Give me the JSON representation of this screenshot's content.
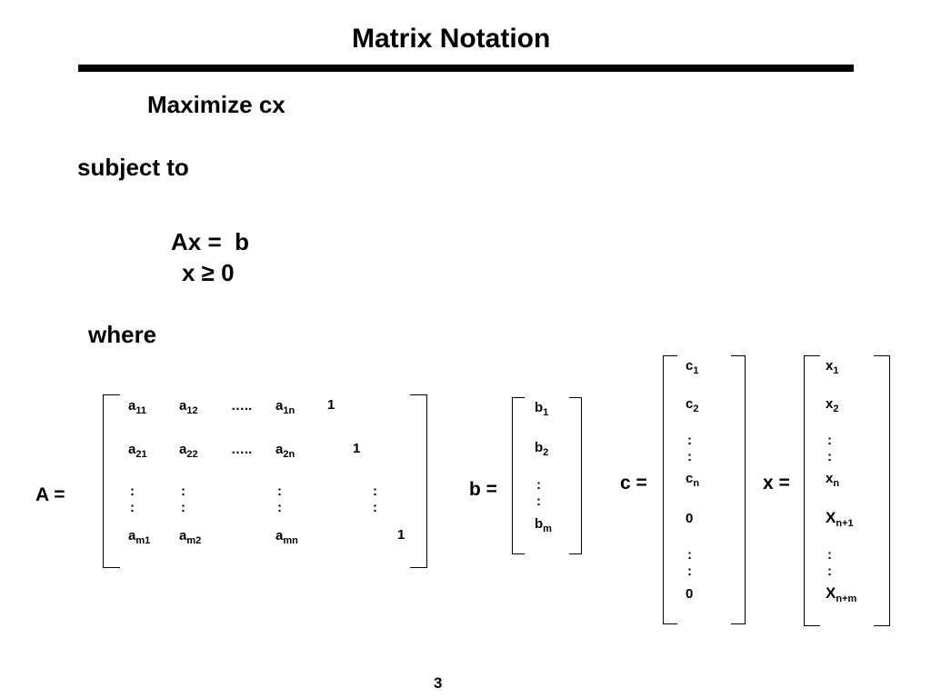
{
  "title": "Matrix Notation",
  "objective": "Maximize cx",
  "subject_to": "subject to",
  "constraint1": "Ax =  b",
  "constraint2": "x ≥ 0",
  "where": "where",
  "labels": {
    "A": "A =",
    "b": "b =",
    "c": "c =",
    "x": "x ="
  },
  "matrix_A": {
    "row1": {
      "c1": "a",
      "c1s": "11",
      "c2": "a",
      "c2s": "12",
      "dots": "…..",
      "c3": "a",
      "c3s": "1n",
      "one": "1"
    },
    "row2": {
      "c1": "a",
      "c1s": "21",
      "c2": "a",
      "c2s": "22",
      "dots": "…..",
      "c3": "a",
      "c3s": "2n",
      "one": "1"
    },
    "vdots": ":",
    "rowm": {
      "c1": "a",
      "c1s": "m1",
      "c2": "a",
      "c2s": "m2",
      "c3": "a",
      "c3s": "mn",
      "one": "1"
    }
  },
  "vector_b": {
    "b": "b",
    "s1": "1",
    "s2": "2",
    "sm": "m",
    "vdots": ":"
  },
  "vector_c": {
    "c": "c",
    "s1": "1",
    "s2": "2",
    "sn": "n",
    "zero": "0",
    "vdots": ":"
  },
  "vector_x": {
    "x": "x",
    "X": "X",
    "s1": "1",
    "s2": "2",
    "sn": "n",
    "sn1": "n+1",
    "snm": "n+m",
    "vdots": ":"
  },
  "page_number": "3"
}
